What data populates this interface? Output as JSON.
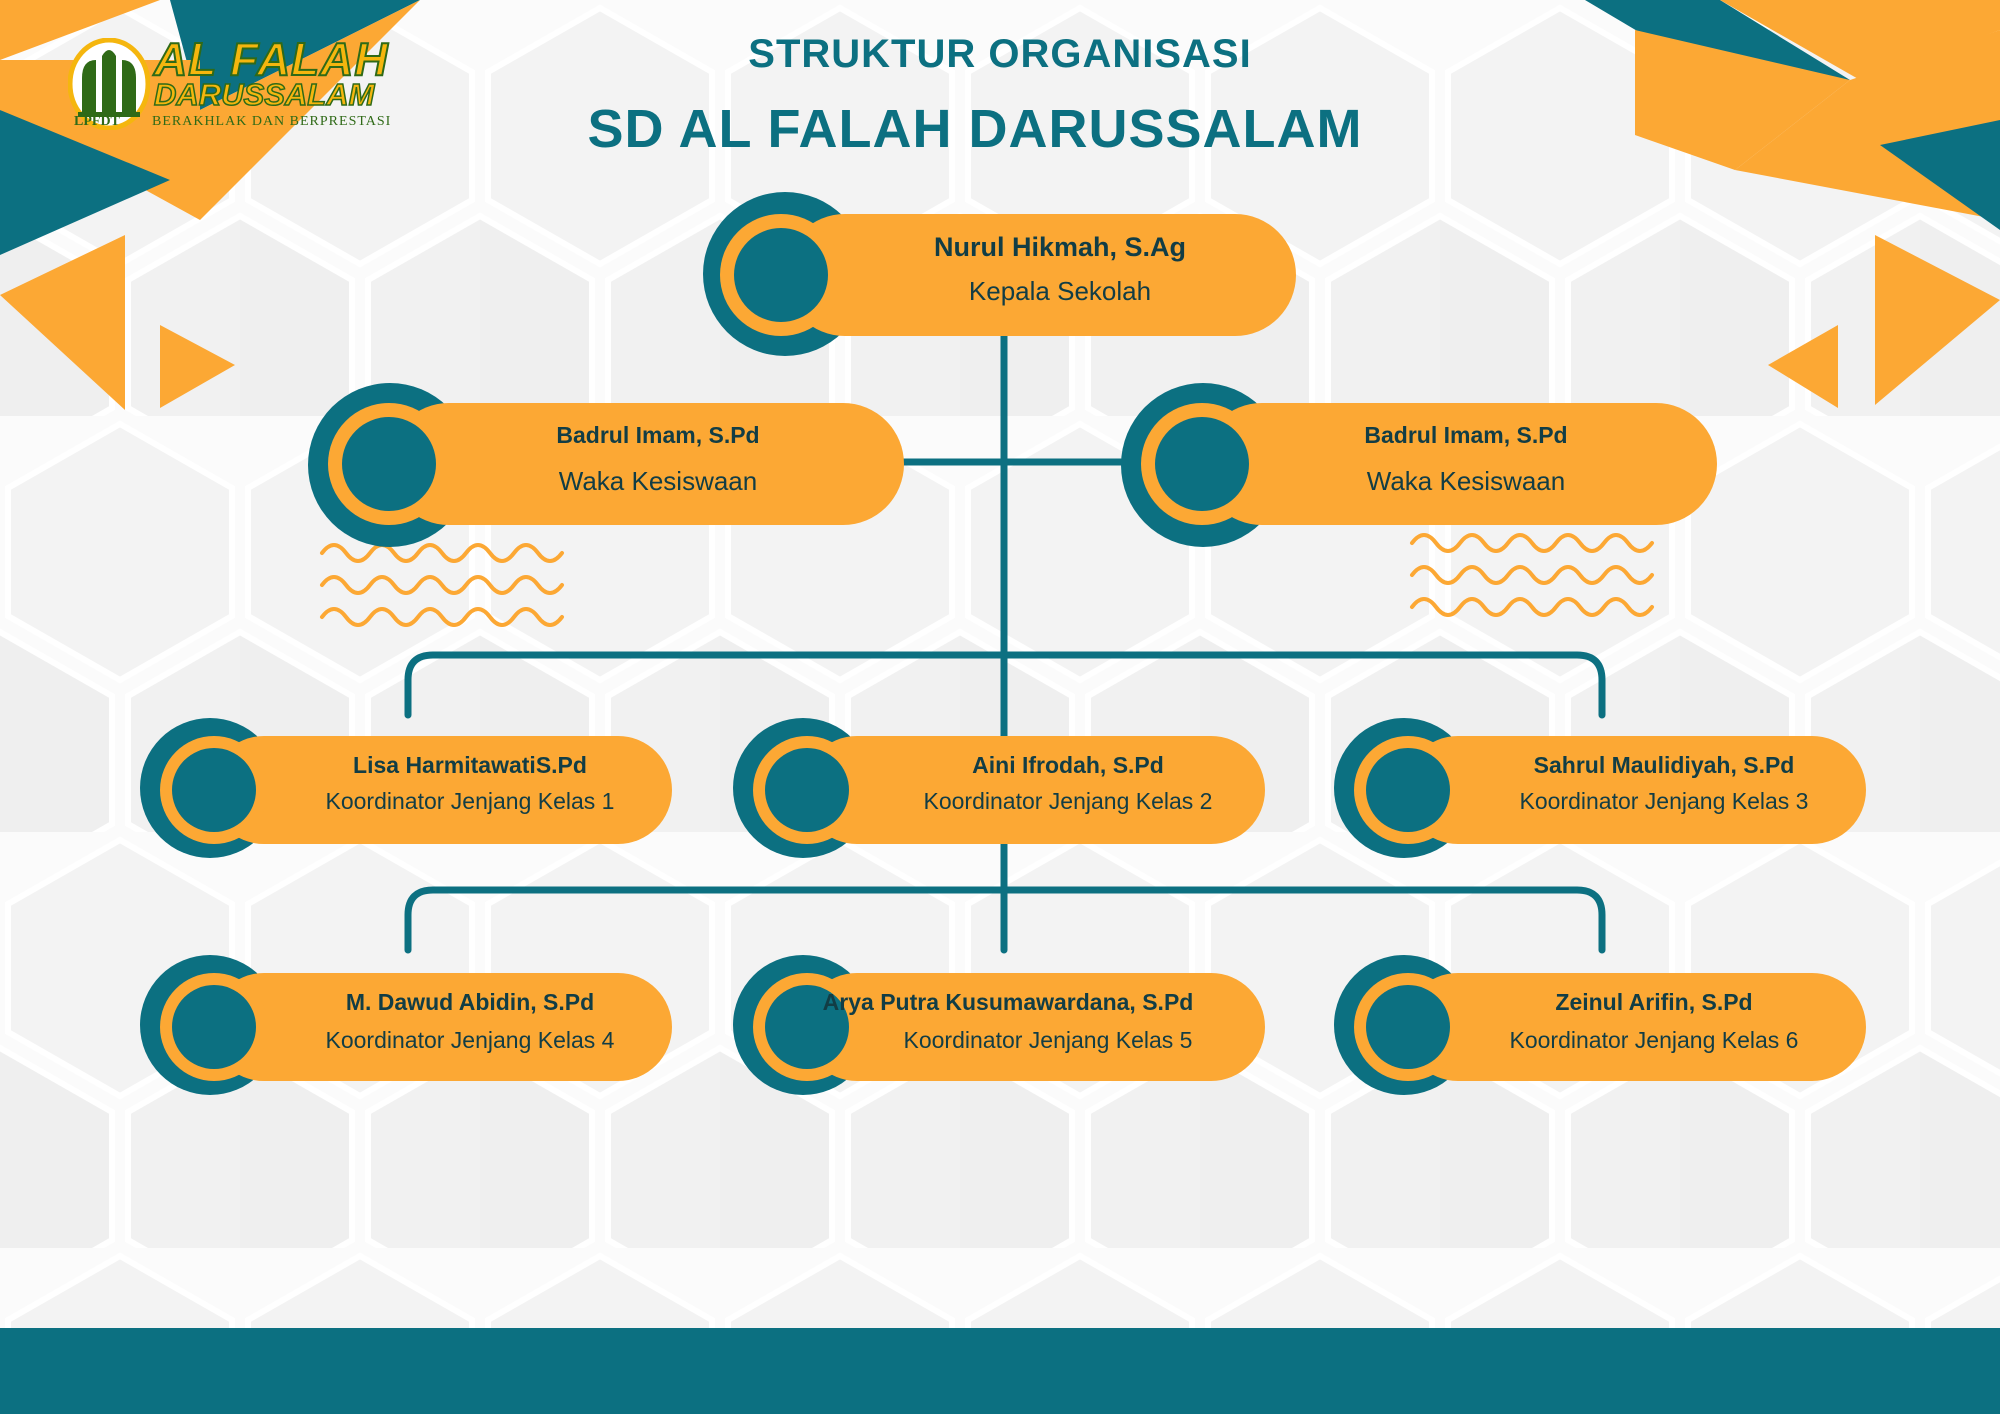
{
  "header": {
    "title_line1": "STRUKTUR ORGANISASI",
    "title_line2": "SD AL FALAH DARUSSALAM"
  },
  "logo": {
    "line1": "AL FALAH",
    "line2": "DARUSSALAM",
    "org": "LPFDT",
    "tagline": "BERAKHLAK DAN BERPRESTASI"
  },
  "colors": {
    "teal": "#0c7081",
    "orange": "#fca834",
    "text": "#123d45",
    "background": "#fbfbfb"
  },
  "org_chart": {
    "head": {
      "name": "Nurul Hikmah, S.Ag",
      "role": "Kepala Sekolah"
    },
    "vice": [
      {
        "name": "Badrul Imam, S.Pd",
        "role": "Waka Kesiswaan"
      },
      {
        "name": "Badrul Imam, S.Pd",
        "role": "Waka Kesiswaan"
      }
    ],
    "coordinators_row1": [
      {
        "name": "Lisa HarmitawatiS.Pd",
        "role": "Koordinator Jenjang Kelas 1"
      },
      {
        "name": "Aini Ifrodah, S.Pd",
        "role": "Koordinator Jenjang Kelas 2"
      },
      {
        "name": "Sahrul Maulidiyah, S.Pd",
        "role": "Koordinator Jenjang Kelas 3"
      }
    ],
    "coordinators_row2": [
      {
        "name": "M. Dawud Abidin, S.Pd",
        "role": "Koordinator Jenjang Kelas 4"
      },
      {
        "name": "Arya Putra Kusumawardana, S.Pd",
        "role": "Koordinator Jenjang Kelas 5"
      },
      {
        "name": "Zeinul Arifin, S.Pd",
        "role": "Koordinator Jenjang Kelas 6"
      }
    ]
  }
}
